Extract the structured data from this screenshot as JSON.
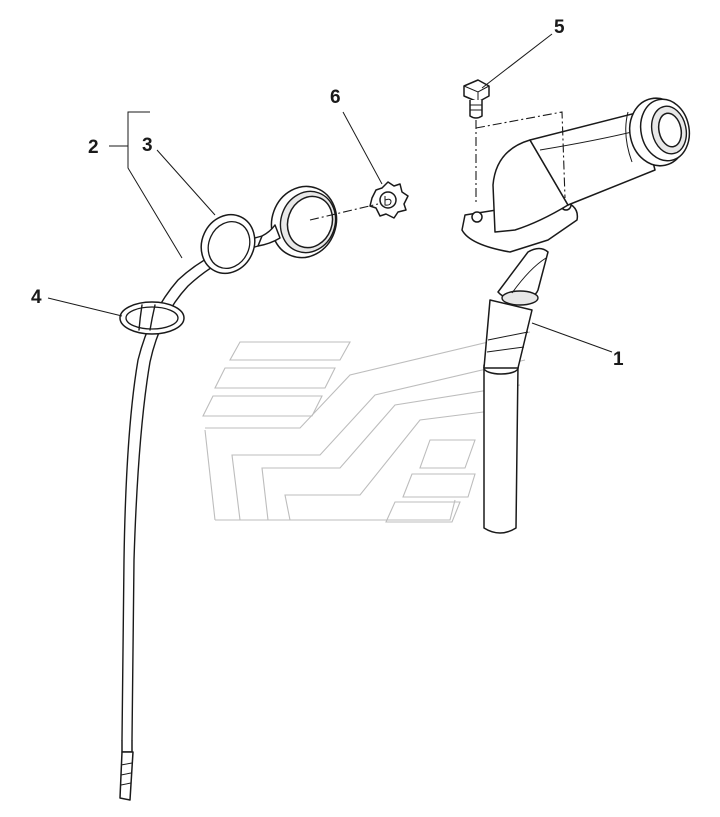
{
  "diagram": {
    "callouts": [
      {
        "id": "callout-1",
        "label": "1"
      },
      {
        "id": "callout-2",
        "label": "2"
      },
      {
        "id": "callout-3",
        "label": "3"
      },
      {
        "id": "callout-4",
        "label": "4"
      },
      {
        "id": "callout-5",
        "label": "5"
      },
      {
        "id": "callout-6",
        "label": "6"
      }
    ]
  },
  "colors": {
    "line": "#1a1a1a",
    "background": "#ffffff",
    "watermark": "#bdbdbd"
  }
}
